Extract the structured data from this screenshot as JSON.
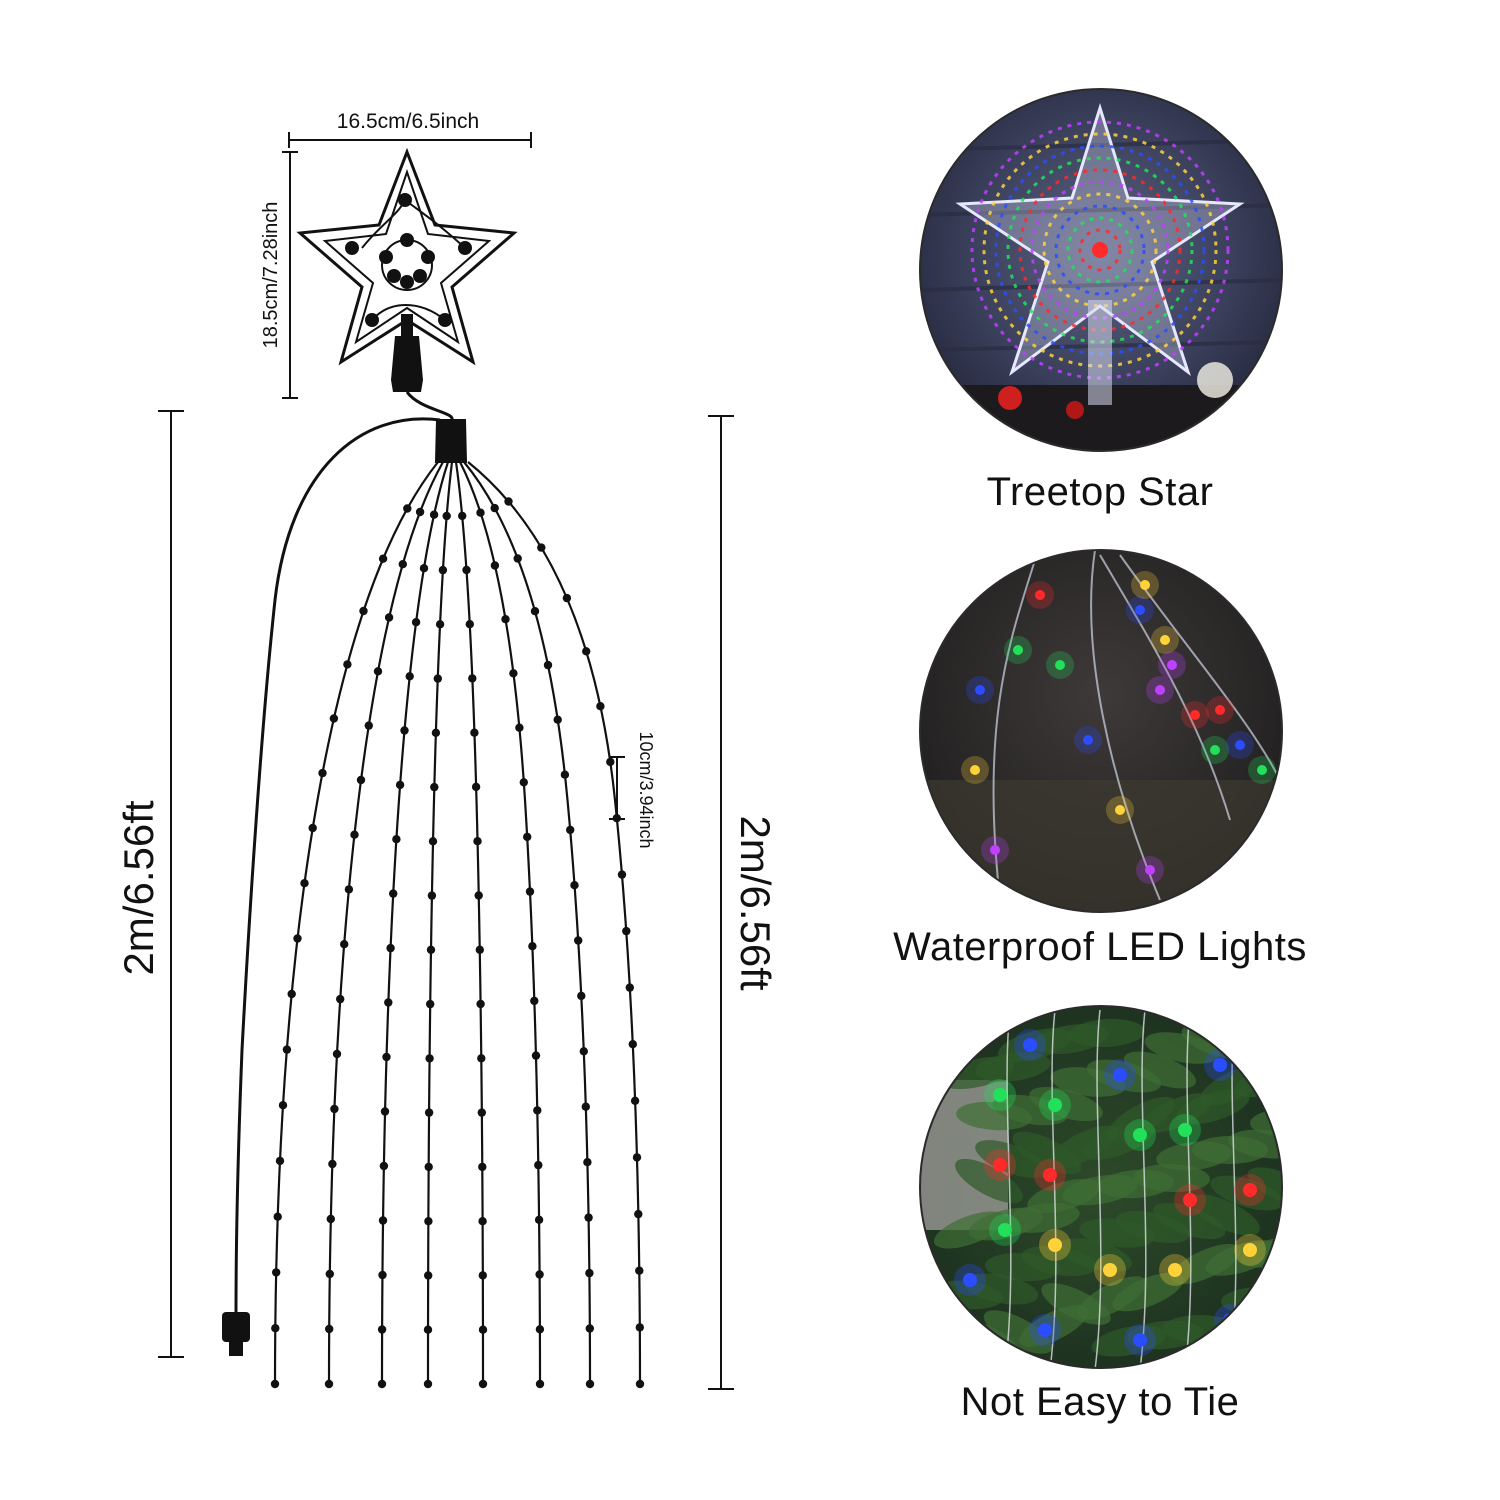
{
  "dimensions": {
    "star_width": "16.5cm/6.5inch",
    "star_height": "18.5cm/7.28inch",
    "strand_spacing": "10cm/3.94inch",
    "cable_length_left": "2m/6.56ft",
    "strand_length_right": "2m/6.56ft"
  },
  "features": [
    {
      "caption": "Treetop Star"
    },
    {
      "caption": "Waterproof LED Lights"
    },
    {
      "caption": "Not Easy to Tie"
    }
  ],
  "colors": {
    "line": "#111111",
    "led_red": "#ff2a2a",
    "led_green": "#22e05a",
    "led_blue": "#2a4dff",
    "led_yellow": "#ffd23a",
    "led_purple": "#c040ff"
  }
}
